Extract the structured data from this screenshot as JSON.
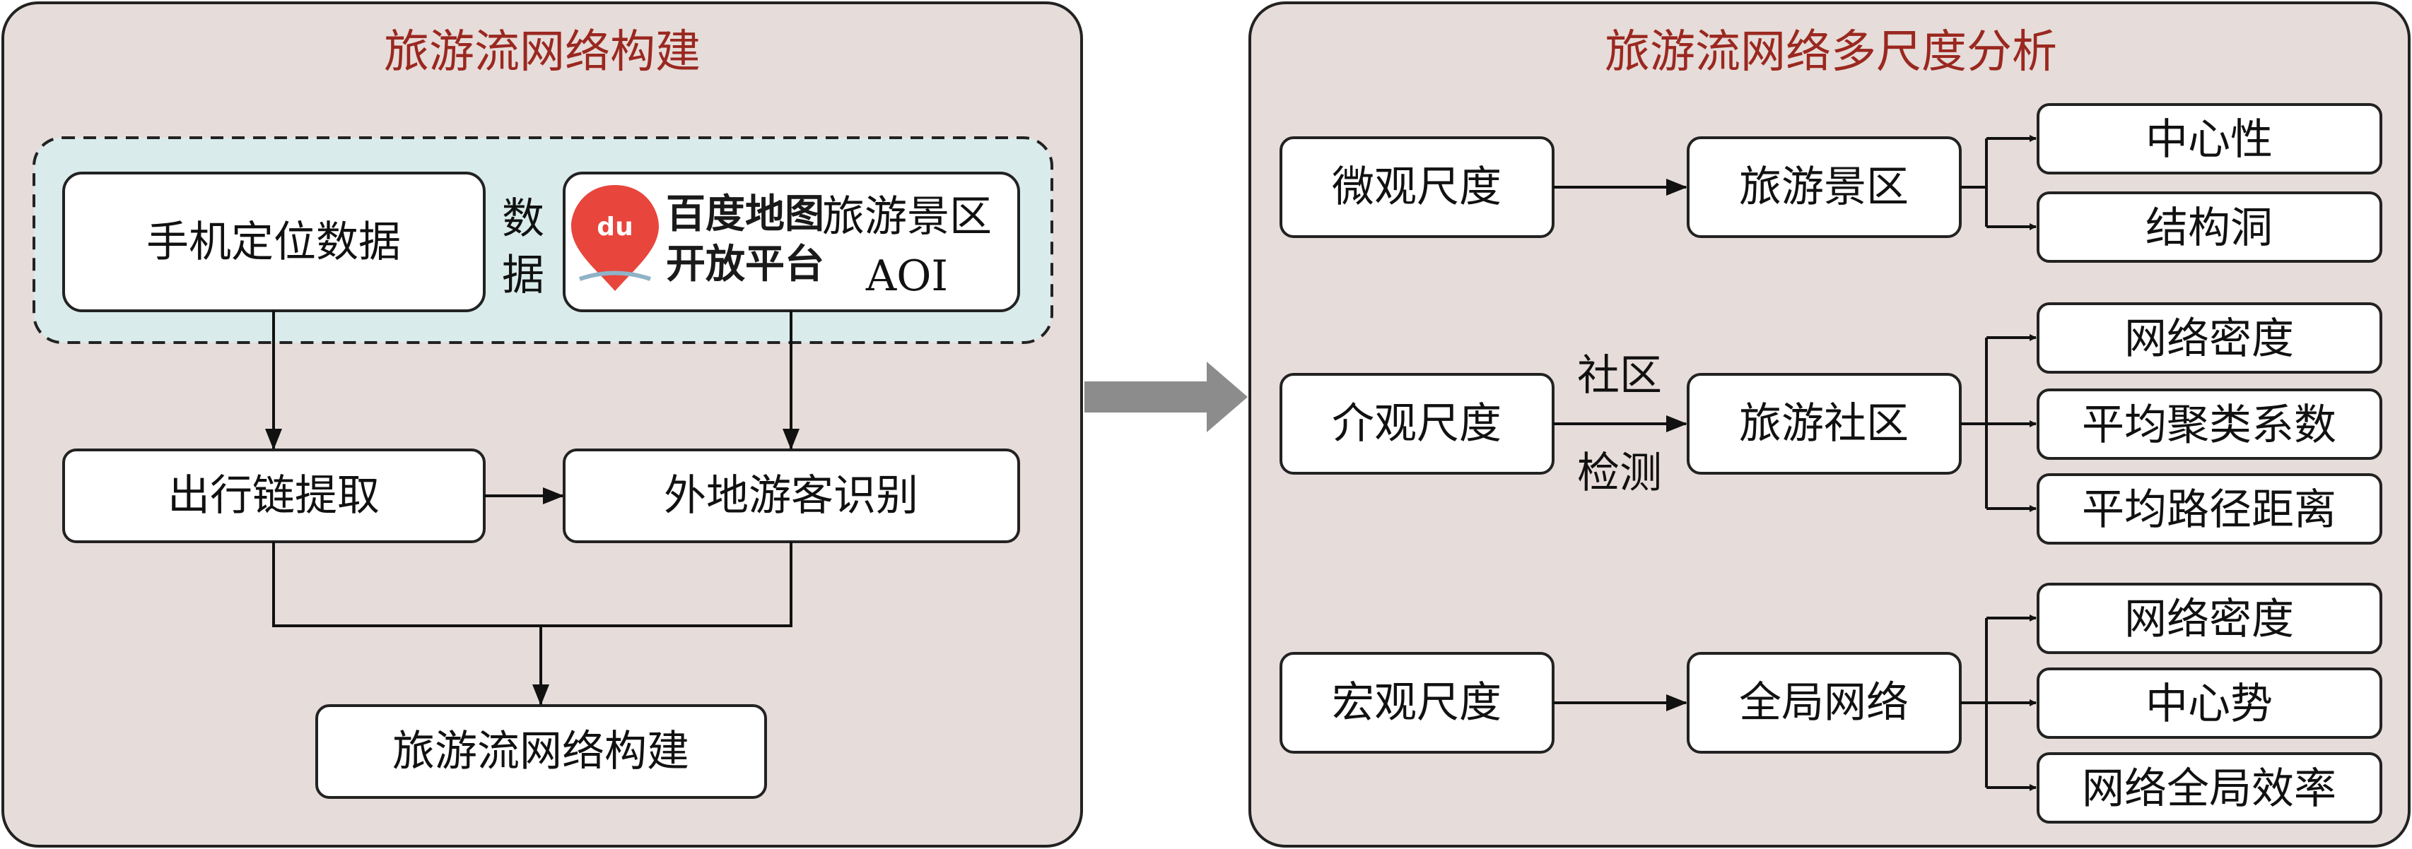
{
  "colors": {
    "panel_fill": "#e6dcd9",
    "data_region_fill": "#d9ebea",
    "title_color": "#9a2820",
    "arrow_gray": "#8c8c8c",
    "logo_red": "#e8453c"
  },
  "left_panel": {
    "title": "旅游流网络构建",
    "phone_data": "手机定位数据",
    "data_label_1": "数",
    "data_label_2": "据",
    "logo": {
      "line1": "百度地图",
      "line2": "开放平台",
      "badge": "du"
    },
    "aoi_line1": "旅游景区",
    "aoi_line2": "AOI",
    "trip_chain": "出行链提取",
    "tourist_id": "外地游客识别",
    "network_build": "旅游流网络构建"
  },
  "right_panel": {
    "title": "旅游流网络多尺度分析",
    "micro": {
      "scale": "微观尺度",
      "object": "旅游景区",
      "metrics": [
        "中心性",
        "结构洞"
      ]
    },
    "meso": {
      "scale": "介观尺度",
      "arrow_top": "社区",
      "arrow_bottom": "检测",
      "object": "旅游社区",
      "metrics": [
        "网络密度",
        "平均聚类系数",
        "平均路径距离"
      ]
    },
    "macro": {
      "scale": "宏观尺度",
      "object": "全局网络",
      "metrics": [
        "网络密度",
        "中心势",
        "网络全局效率"
      ]
    }
  }
}
